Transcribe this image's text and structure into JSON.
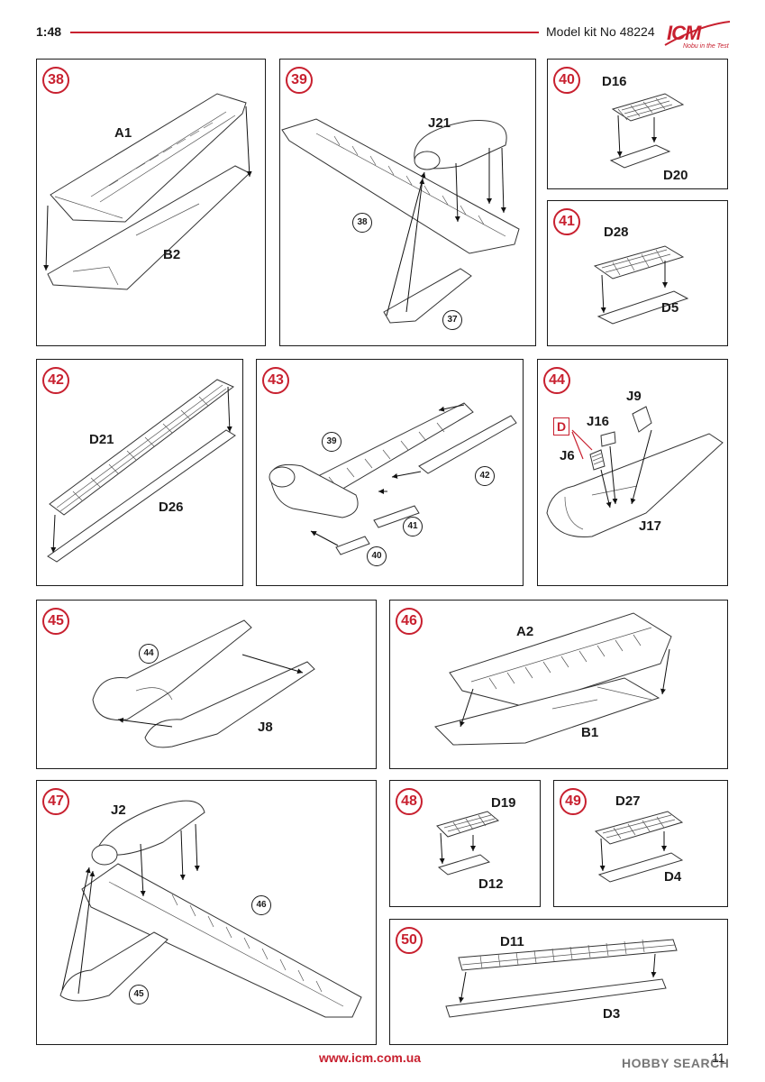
{
  "header": {
    "scale": "1:48",
    "kit": "Model kit No 48224",
    "brand": "ICM",
    "tagline": "Nobu in the Test"
  },
  "footer": {
    "url": "www.icm.com.ua",
    "page": "11",
    "watermark": "HOBBY SEARCH"
  },
  "steps": {
    "s38": {
      "num": "38",
      "parts": [
        "A1",
        "B2"
      ]
    },
    "s39": {
      "num": "39",
      "parts": [
        "J21"
      ],
      "refs": [
        "38",
        "37"
      ]
    },
    "s40": {
      "num": "40",
      "parts": [
        "D16",
        "D20"
      ]
    },
    "s41": {
      "num": "41",
      "parts": [
        "D28",
        "D5"
      ]
    },
    "s42": {
      "num": "42",
      "parts": [
        "D21",
        "D26"
      ]
    },
    "s43": {
      "num": "43",
      "refs": [
        "39",
        "42",
        "41",
        "40"
      ]
    },
    "s44": {
      "num": "44",
      "parts": [
        "J9",
        "J16",
        "J6",
        "J17"
      ],
      "box": "D"
    },
    "s45": {
      "num": "45",
      "parts": [
        "J8"
      ],
      "refs": [
        "44"
      ]
    },
    "s46": {
      "num": "46",
      "parts": [
        "A2",
        "B1"
      ]
    },
    "s47": {
      "num": "47",
      "parts": [
        "J2"
      ],
      "refs": [
        "46",
        "45"
      ]
    },
    "s48": {
      "num": "48",
      "parts": [
        "D19",
        "D12"
      ]
    },
    "s49": {
      "num": "49",
      "parts": [
        "D27",
        "D4"
      ]
    },
    "s50": {
      "num": "50",
      "parts": [
        "D11",
        "D3"
      ]
    }
  }
}
